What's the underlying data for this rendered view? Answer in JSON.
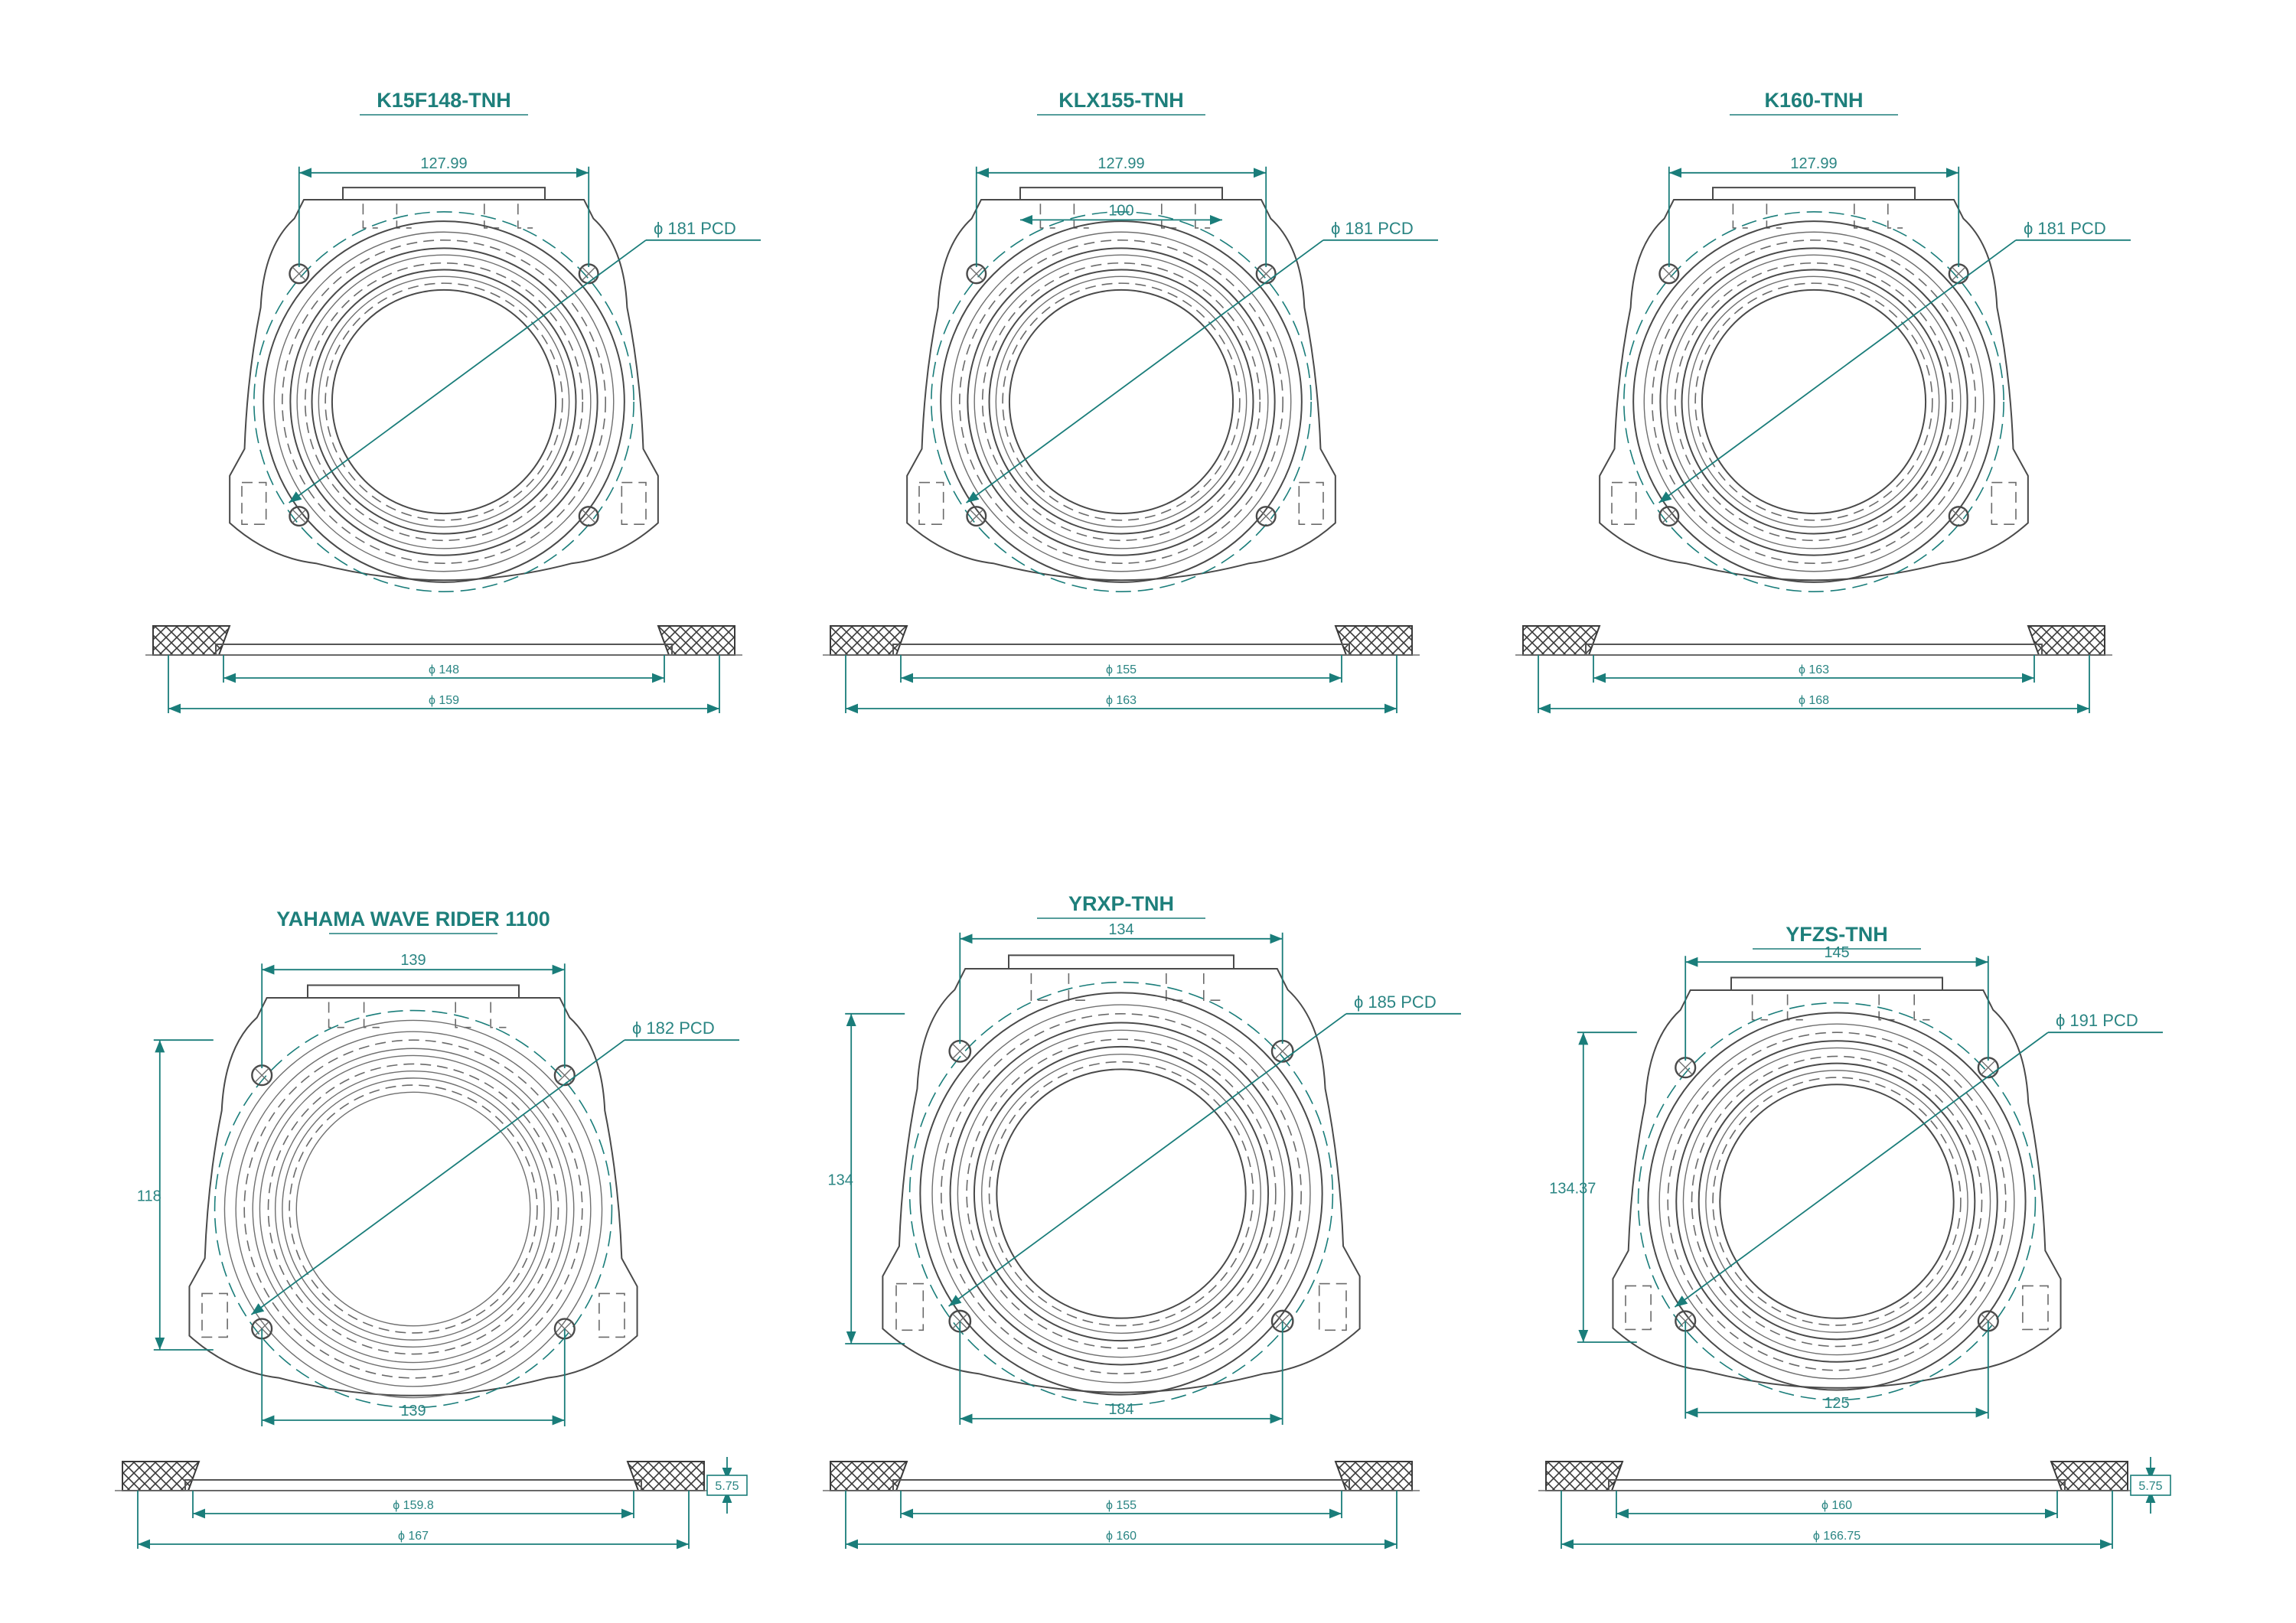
{
  "drawings": [
    {
      "title": "K15F148-TNH",
      "width_dim": "127.99",
      "inner_dim": "",
      "pcd": "181 PCD",
      "side_dim": "",
      "bottom_dim": "",
      "gasket_inner": "148",
      "gasket_outer": "159",
      "thickness": ""
    },
    {
      "title": "KLX155-TNH",
      "width_dim": "127.99",
      "inner_dim": "100",
      "pcd": "181 PCD",
      "side_dim": "",
      "bottom_dim": "",
      "gasket_inner": "155",
      "gasket_outer": "163",
      "thickness": ""
    },
    {
      "title": "K160-TNH",
      "width_dim": "127.99",
      "inner_dim": "",
      "pcd": "181 PCD",
      "side_dim": "",
      "bottom_dim": "",
      "gasket_inner": "163",
      "gasket_outer": "168",
      "thickness": ""
    },
    {
      "title": "YAHAMA WAVE RIDER 1100",
      "width_dim": "139",
      "inner_dim": "",
      "pcd": "182 PCD",
      "side_dim": "118",
      "bottom_dim": "139",
      "gasket_inner": "159.8",
      "gasket_outer": "167",
      "thickness": "5.75"
    },
    {
      "title": "YRXP-TNH",
      "width_dim": "134",
      "inner_dim": "",
      "pcd": "185 PCD",
      "side_dim": "134",
      "bottom_dim": "184",
      "gasket_inner": "155",
      "gasket_outer": "160",
      "thickness": ""
    },
    {
      "title": "YFZS-TNH",
      "width_dim": "145",
      "inner_dim": "",
      "pcd": "191 PCD",
      "side_dim": "134.37",
      "bottom_dim": "125",
      "gasket_inner": "160",
      "gasket_outer": "166.75",
      "thickness": "5.75"
    }
  ],
  "symbols": {
    "diameter": "ϕ"
  },
  "colors": {
    "accent": "#1e7f7b",
    "line": "#4a4a4a",
    "background": "#ffffff"
  }
}
